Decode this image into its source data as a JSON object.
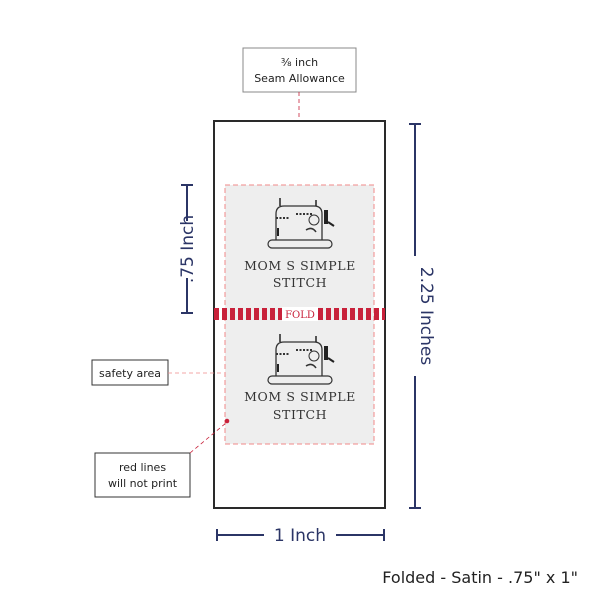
{
  "seam_allowance": {
    "line1": "⅜ inch",
    "line2": "Seam Allowance"
  },
  "label": {
    "brand_line1": "MOM S SIMPLE",
    "brand_line2": "STITCH",
    "fold_text": "FOLD"
  },
  "dimensions": {
    "half_height": ".75 Inch",
    "total_height": "2.25 Inches",
    "width": "1 Inch"
  },
  "callouts": {
    "safety_area": "safety area",
    "red_lines_1": "red lines",
    "red_lines_2": "will not print"
  },
  "caption": "Folded - Satin - .75\" x 1\"",
  "colors": {
    "navy": "#2b3566",
    "red": "#c8213a",
    "safety_dash": "#f08a8a",
    "safety_fill": "#eeeeee"
  }
}
